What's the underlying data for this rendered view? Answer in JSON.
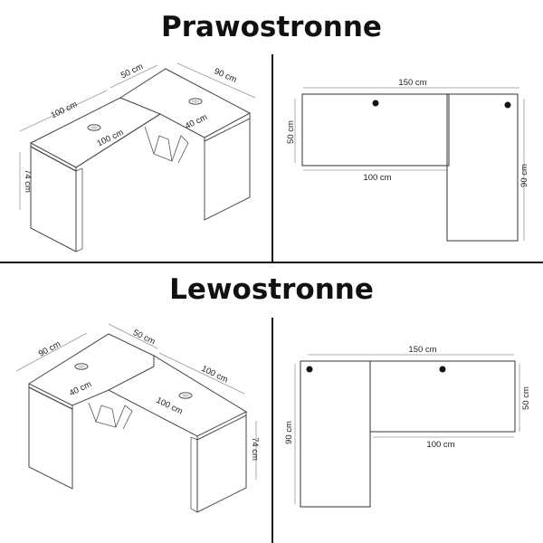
{
  "sections": [
    {
      "title": "Prawostronne",
      "iso_labels": {
        "w100": "100 cm",
        "d50": "50 cm",
        "w90": "90 cm",
        "inner100": "100 cm",
        "inner40": "40 cm",
        "h74": "74 cm"
      },
      "plan_labels": {
        "total": "150 cm",
        "depth": "50 cm",
        "length": "100 cm",
        "return": "90 cm"
      }
    },
    {
      "title": "Lewostronne",
      "iso_labels": {
        "w90": "90 cm",
        "d50": "50 cm",
        "w100": "100 cm",
        "inner40": "40 cm",
        "inner100": "100 cm",
        "h74": "74 cm"
      },
      "plan_labels": {
        "total": "150 cm",
        "depth": "50 cm",
        "length": "100 cm",
        "return": "90 cm"
      }
    }
  ]
}
